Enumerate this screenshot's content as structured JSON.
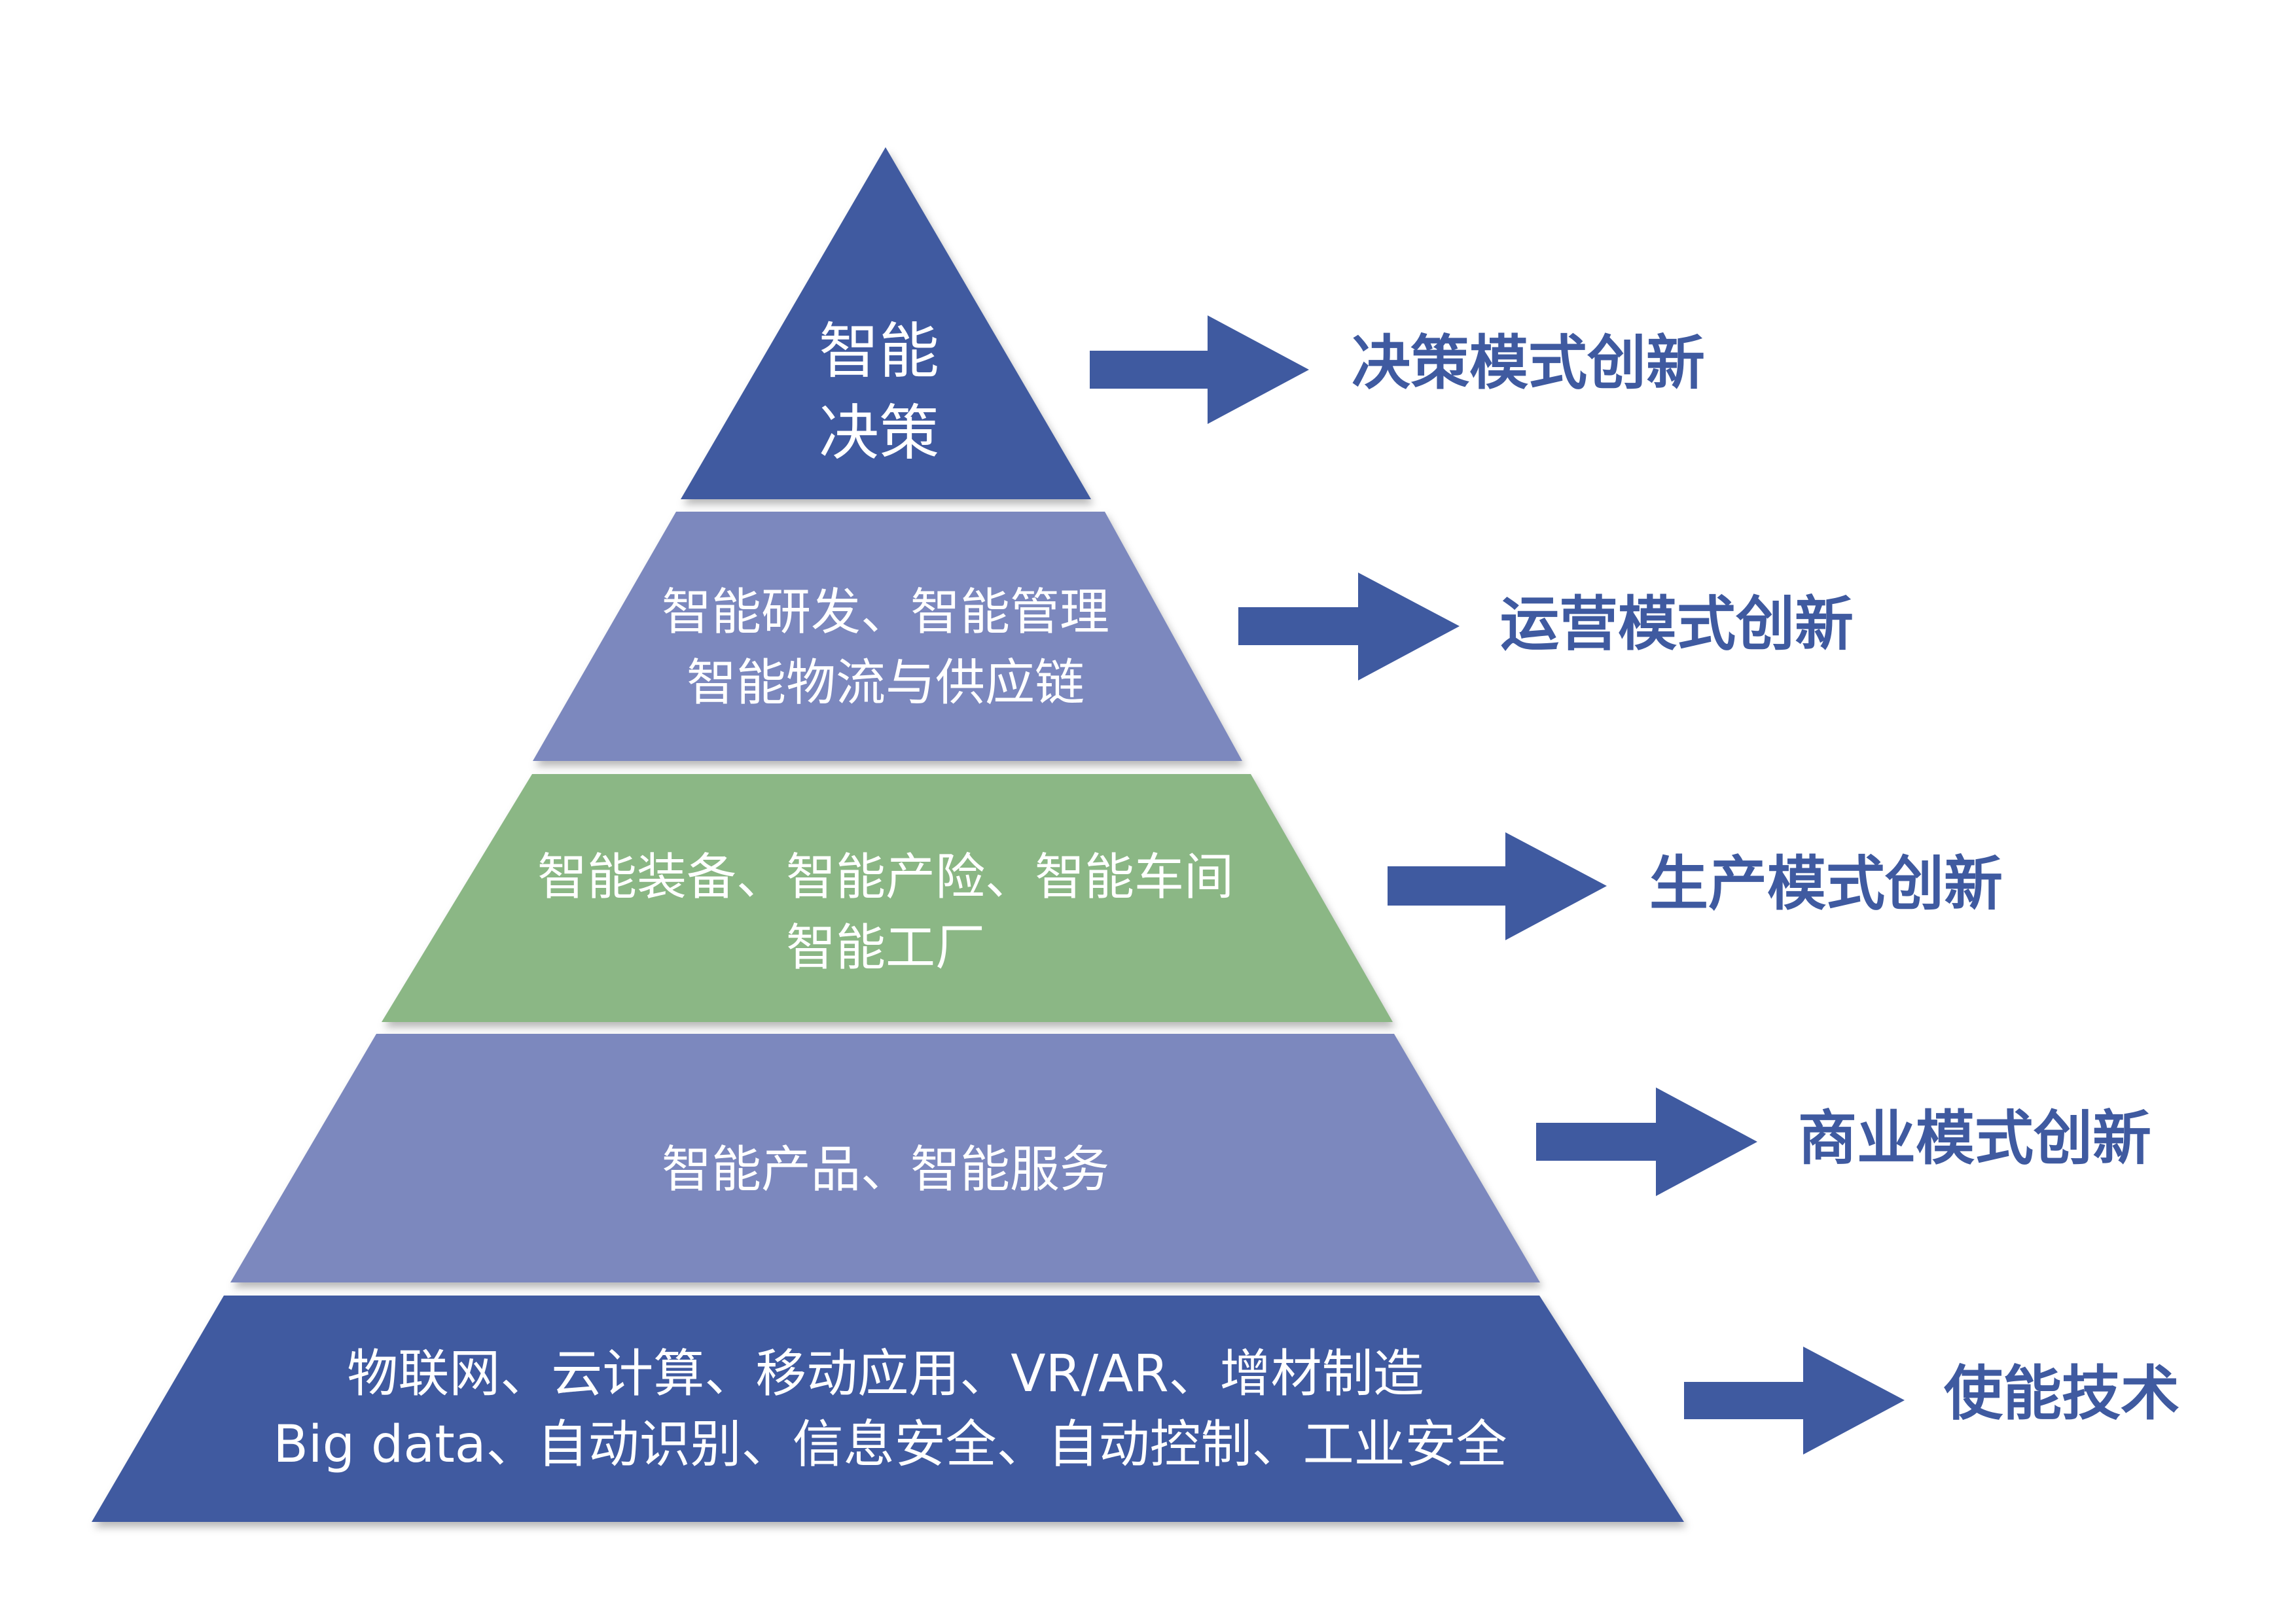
{
  "colors": {
    "dark_blue": "#3F5AA0",
    "light_blue": "#7B88BE",
    "green": "#8BB785",
    "label": "#3F5AA0",
    "text_on_tier": "#ffffff"
  },
  "tiers": [
    {
      "lines": [
        "智能",
        "决策"
      ],
      "color": "#3F5AA0",
      "label": "决策模式创新"
    },
    {
      "lines": [
        "智能研发、智能管理",
        "智能物流与供应链"
      ],
      "color": "#7B88BE",
      "label": "运营模式创新"
    },
    {
      "lines": [
        "智能装备、智能产险、智能车间",
        "智能工厂"
      ],
      "color": "#8BB785",
      "label": "生产模式创新"
    },
    {
      "lines": [
        "智能产品、智能服务"
      ],
      "color": "#7B88BE",
      "label": "商业模式创新"
    },
    {
      "lines": [
        "物联网、云计算、移动应用、VR/AR、增材制造",
        "Big data、自动识别、信息安全、自动控制、工业安全"
      ],
      "color": "#3F5AA0",
      "label": "使能技术"
    }
  ],
  "arrow_icon": "right-arrow-icon"
}
